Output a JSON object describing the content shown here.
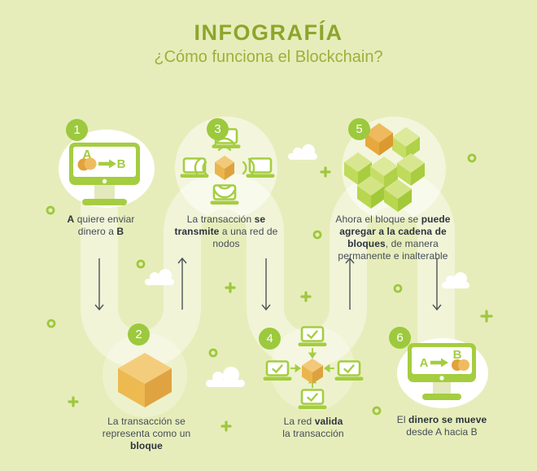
{
  "header": {
    "title": "INFOGRAFÍA",
    "subtitle": "¿Cómo funciona el Blockchain?"
  },
  "steps": [
    {
      "num": "1",
      "icon": "monitor-send-icon",
      "lines": [
        [
          "A",
          " quiere enviar"
        ],
        [
          "dinero a ",
          "B"
        ]
      ]
    },
    {
      "num": "2",
      "icon": "block-cube-icon",
      "lines": [
        [
          "La transacción se"
        ],
        [
          "representa como un"
        ],
        [
          "bloque"
        ]
      ]
    },
    {
      "num": "3",
      "icon": "network-broadcast-icon",
      "lines": [
        [
          "La transacción ",
          "se"
        ],
        [
          "transmite",
          " a una red de"
        ],
        [
          "nodos"
        ]
      ]
    },
    {
      "num": "4",
      "icon": "network-validate-icon",
      "lines": [
        [
          "La red ",
          "valida"
        ],
        [
          "la transacción"
        ]
      ]
    },
    {
      "num": "5",
      "icon": "blockchain-cubes-icon",
      "lines": [
        [
          "Ahora el bloque se ",
          "puede"
        ],
        [
          "agregar a la cadena de"
        ],
        [
          "bloques",
          ", de manera"
        ],
        [
          "permanente e inalterable"
        ]
      ]
    },
    {
      "num": "6",
      "icon": "monitor-receive-icon",
      "lines": [
        [
          "El ",
          "dinero se mueve"
        ],
        [
          "desde A hacia B"
        ]
      ]
    }
  ],
  "monitor_labels": {
    "from": "A",
    "to": "B"
  },
  "icons": [
    "monitor-icon",
    "coin-icon",
    "arrow-icon",
    "laptop-icon",
    "wifi-waves-icon",
    "checkmark-icon",
    "cube-icon",
    "cloud-icon",
    "ring-icon",
    "plus-icon"
  ],
  "colors": {
    "background": "#e7edba",
    "accent_green": "#9cc93d",
    "icon_green": "#a5cd40",
    "title_olive": "#8ca52c",
    "subtitle_olive": "#9bb13a",
    "cube_orange_top": "#f4cd7c",
    "cube_orange_left": "#edb951",
    "cube_orange_right": "#dfa441",
    "text_dark": "#2b343e",
    "path_tint": "#f0f3d2",
    "white": "#ffffff"
  }
}
